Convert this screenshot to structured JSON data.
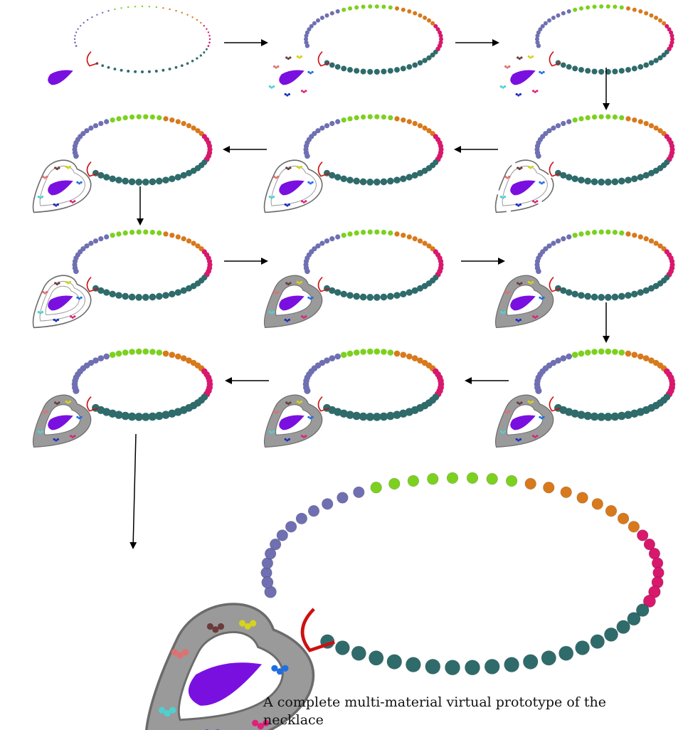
{
  "caption": "A complete multi-material virtual prototype of the necklace",
  "palette": {
    "lavender": "#6f6fb2",
    "lime": "#7cd11f",
    "orange": "#d8791c",
    "magenta": "#d8186c",
    "teal": "#2f6b6b",
    "cord": "#cc1111",
    "gem": "#7a10e0",
    "frame": "#9a9a9a",
    "frame_edge": "#6b6b6b",
    "stone_colors": [
      "#6b3b3b",
      "#d6d21e",
      "#e07070",
      "#1f6fe0",
      "#4fd0d0",
      "#2030c0",
      "#e0207a"
    ]
  },
  "steps": [
    {
      "id": 1,
      "frame": "none",
      "stones": false,
      "density": "sparse",
      "arrow": "right"
    },
    {
      "id": 2,
      "frame": "none",
      "stones": true,
      "density": "medium",
      "arrow": "right"
    },
    {
      "id": 3,
      "frame": "none",
      "stones": true,
      "density": "medium",
      "arrow": "down"
    },
    {
      "id": 4,
      "frame": "outline-partial",
      "stones": true,
      "density": "dense",
      "arrow": "left"
    },
    {
      "id": 5,
      "frame": "outline",
      "stones": true,
      "density": "dense",
      "arrow": "left"
    },
    {
      "id": 6,
      "frame": "outline",
      "stones": true,
      "density": "dense",
      "arrow": "down"
    },
    {
      "id": 7,
      "frame": "outline-double",
      "stones": true,
      "density": "dense",
      "arrow": "right"
    },
    {
      "id": 8,
      "frame": "solid",
      "stones": true,
      "density": "dense",
      "arrow": "right"
    },
    {
      "id": 9,
      "frame": "solid",
      "stones": true,
      "density": "dense",
      "arrow": "down"
    },
    {
      "id": 10,
      "frame": "solid",
      "stones": true,
      "density": "full",
      "arrow": "left"
    },
    {
      "id": 11,
      "frame": "solid",
      "stones": true,
      "density": "full",
      "arrow": "left"
    },
    {
      "id": 12,
      "frame": "solid",
      "stones": true,
      "density": "full",
      "arrow": "down"
    },
    {
      "id": 13,
      "frame": "solid",
      "stones": true,
      "density": "full",
      "arrow": "none"
    }
  ]
}
